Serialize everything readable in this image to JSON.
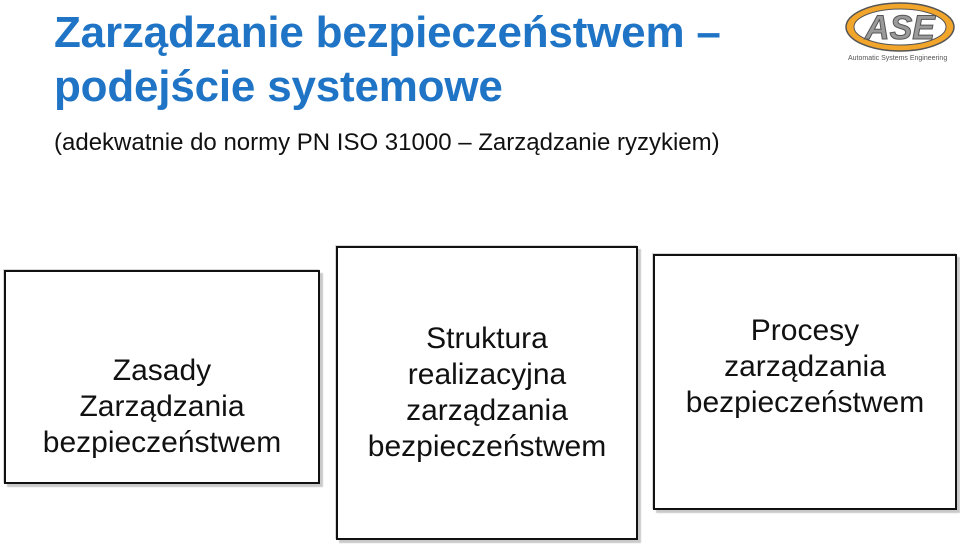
{
  "title": {
    "line1": "Zarządzanie bezpieczeństwem –",
    "line2": "podejście systemowe"
  },
  "subtitle": "(adekwatnie do normy PN ISO 31000 – Zarządzanie ryzykiem)",
  "logo": {
    "letters": "ASE",
    "caption": "Automatic Systems Engineering",
    "colors": {
      "ring": "#f2a52b",
      "letters": "#9a9a9a",
      "outline": "#555555"
    }
  },
  "boxes": [
    {
      "text": "Zasady\nZarządzania\nbezpieczeństwem"
    },
    {
      "text": "Struktura\nrealizacyjna\nzarządzania\nbezpieczeństwem"
    },
    {
      "text": "Procesy\nzarządzania\nbezpieczeństwem"
    }
  ],
  "colors": {
    "title": "#1f74c6",
    "text": "#111111"
  }
}
